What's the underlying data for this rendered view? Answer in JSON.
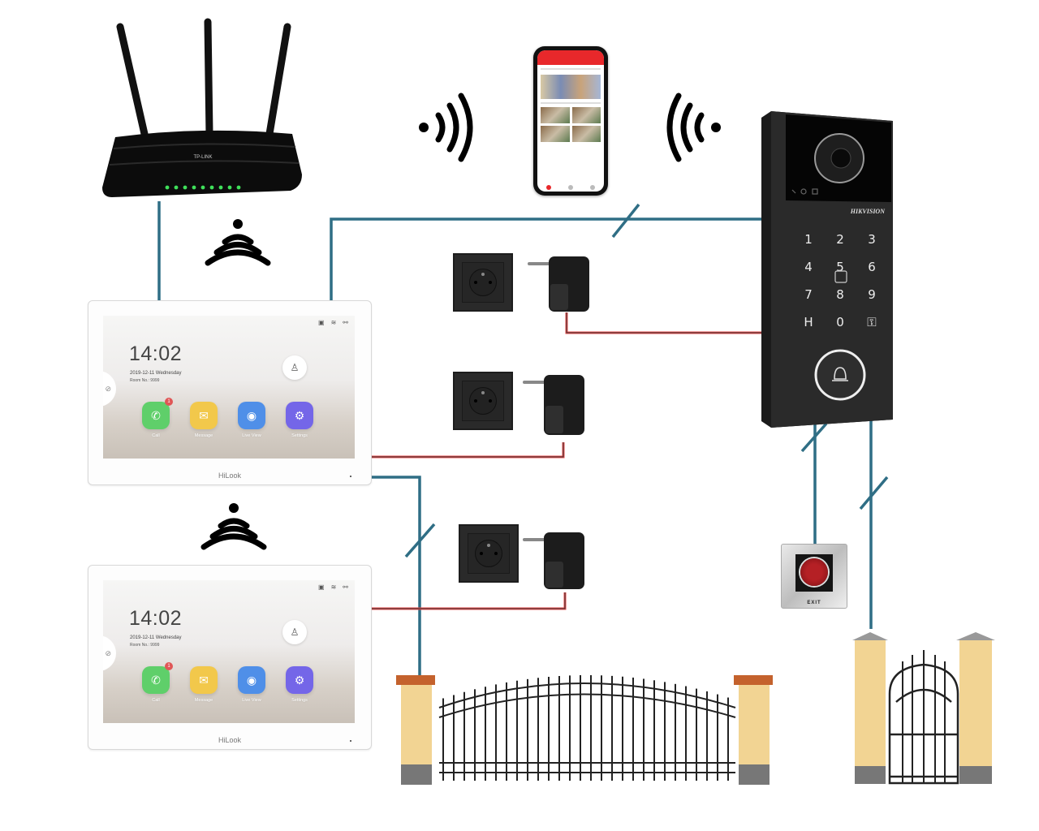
{
  "diagram": {
    "title": "Video intercom system wiring diagram",
    "colors": {
      "network_cable": "#2f6e85",
      "power_cable": "#e8494a",
      "background": "#ffffff"
    }
  },
  "router": {
    "brand": "TP-LINK",
    "antenna_count": 3,
    "led_count": 9,
    "led_color": "#3fe05a"
  },
  "smartphone": {
    "app_bar_color": "#e8282b"
  },
  "monitors": [
    {
      "brand": "HiLook",
      "time": "14:02",
      "date": "2019-12-11  Wednesday",
      "room": "Room No.: 9999",
      "apps": [
        {
          "label": "Call",
          "icon": "phone-icon",
          "color": "#5fcf6a",
          "badge": "1"
        },
        {
          "label": "Message",
          "icon": "envelope-icon",
          "color": "#f2c84b",
          "badge": null
        },
        {
          "label": "Live View",
          "icon": "camera-target-icon",
          "color": "#4f8fe8",
          "badge": null
        },
        {
          "label": "Settings",
          "icon": "gear-icon",
          "color": "#7466e8",
          "badge": null
        }
      ],
      "status_icons": [
        "sd-card-icon",
        "wifi-icon",
        "network-icon"
      ]
    },
    {
      "brand": "HiLook",
      "time": "14:02",
      "date": "2019-12-11  Wednesday",
      "room": "Room No.: 9999",
      "apps": [
        {
          "label": "Call",
          "icon": "phone-icon",
          "color": "#5fcf6a",
          "badge": "1"
        },
        {
          "label": "Message",
          "icon": "envelope-icon",
          "color": "#f2c84b",
          "badge": null
        },
        {
          "label": "Live View",
          "icon": "camera-target-icon",
          "color": "#4f8fe8",
          "badge": null
        },
        {
          "label": "Settings",
          "icon": "gear-icon",
          "color": "#7466e8",
          "badge": null
        }
      ],
      "status_icons": [
        "sd-card-icon",
        "wifi-icon",
        "network-icon"
      ]
    }
  ],
  "door_station": {
    "brand": "HIKVISION",
    "keys": [
      "1",
      "2",
      "3",
      "4",
      "5",
      "6",
      "7",
      "8",
      "9",
      "H",
      "0",
      "key"
    ]
  },
  "exit_button": {
    "label": "EXIT"
  }
}
